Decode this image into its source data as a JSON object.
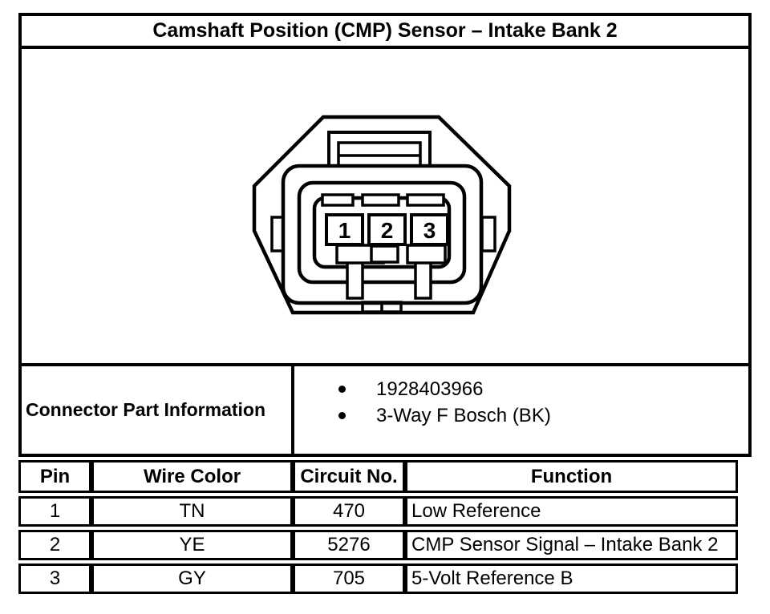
{
  "title": "Camshaft Position (CMP) Sensor – Intake Bank 2",
  "diagram": {
    "type": "connector-face-view",
    "pin_labels": [
      "1",
      "2",
      "3"
    ]
  },
  "part_info": {
    "label": "Connector Part Information",
    "items": [
      "1928403966",
      "3-Way F Bosch (BK)"
    ]
  },
  "pin_table": {
    "headers": [
      "Pin",
      "Wire Color",
      "Circuit No.",
      "Function"
    ],
    "rows": [
      [
        "1",
        "TN",
        "470",
        "Low Reference"
      ],
      [
        "2",
        "YE",
        "5276",
        "CMP Sensor Signal – Intake Bank 2"
      ],
      [
        "3",
        "GY",
        "705",
        "5-Volt Reference B"
      ]
    ]
  },
  "colors": {
    "line": "#000000",
    "background": "#ffffff",
    "text": "#000000"
  }
}
